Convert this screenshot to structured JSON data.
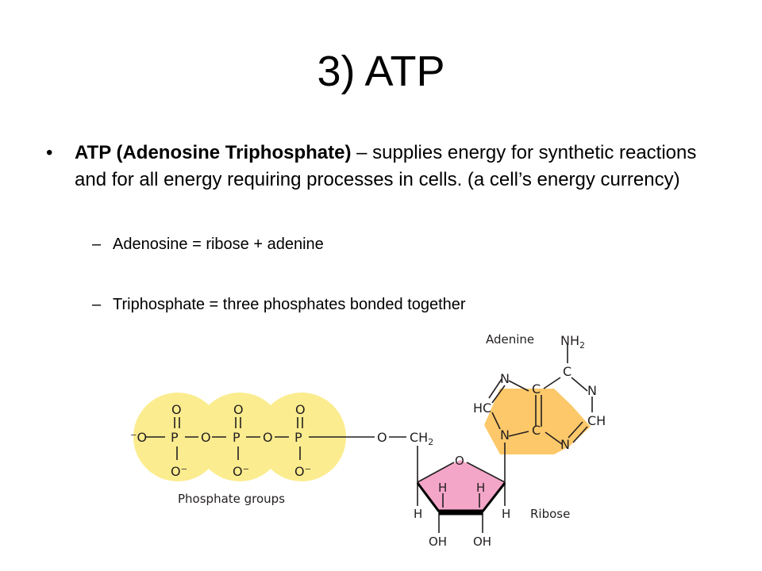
{
  "slide": {
    "title": "3) ATP",
    "bullet": {
      "marker": "•",
      "bold": "ATP (Adenosine Triphosphate)",
      "text": " – supplies energy for synthetic reactions and for all energy requiring processes in cells. (a cell’s energy currency)"
    },
    "subbullets": [
      {
        "dash": "–",
        "text": "Adenosine = ribose + adenine"
      },
      {
        "dash": "–",
        "text": "Triphosphate = three phosphates bonded together"
      }
    ]
  },
  "diagram": {
    "adenine_label": "Adenine",
    "nh2": "NH",
    "nh2_sub": "2",
    "ring_n1": "N",
    "ring_c5": "C",
    "ring_n7": "N",
    "ring_hc": "HC",
    "ring_c4": "C",
    "ring_ch": "CH",
    "ring_n3": "N",
    "ring_c_lower": "C",
    "ring_n_lower": "N",
    "phosphate_o_top": "O",
    "o_minus_left": "⁻O",
    "p_atom": "P",
    "o_bridge": "O",
    "o_minus_bottom": "O⁻",
    "linker_o": "O",
    "ch2": "CH",
    "ch2_sub": "2",
    "ribose_o": "O",
    "h": "H",
    "oh": "OH",
    "phosphate_label": "Phosphate groups",
    "ribose_label": "Ribose",
    "colors": {
      "phosphate_fill": "#fbec8f",
      "adenine_fill": "#fcc86a",
      "ribose_fill": "#f4a6c8",
      "line": "#231f20"
    }
  }
}
